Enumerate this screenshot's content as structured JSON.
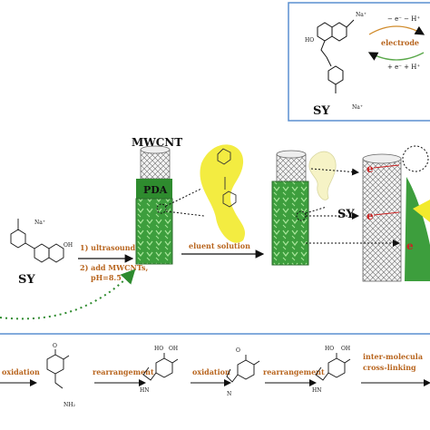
{
  "labels": {
    "sy_top": "SY",
    "sy_left": "SY",
    "sy_mid": "SY",
    "mwcnt": "MWCNT",
    "pda": "PDA",
    "na_top": "Na⁺",
    "na_top2": "Na⁺",
    "na_left": "Na⁺",
    "ho_top": "HO",
    "oh_left": "OH",
    "electrode": "electrode",
    "minus_e": "− e⁻ − H⁺",
    "plus_e": "+ e⁻ + H⁺",
    "e_label": "e",
    "step1": "1) ultrasound",
    "step2a": "2) add MWCNTs,",
    "step2b": "pH=8.5",
    "eluent": "eluent solution"
  },
  "mechanism": {
    "oxidation1": "oxidation",
    "rearrangement1": "rearrangement",
    "oxidation2": "oxidation",
    "rearrangement2": "rearrangement",
    "crosslink1": "inter-molecula",
    "crosslink2": "cross-linking",
    "nh2": "NH₂",
    "nh_a": "HN",
    "nh_b": "N",
    "nh_c": "HN",
    "ho": "HO",
    "oh": "OH",
    "o": "O"
  },
  "colors": {
    "brown": "#b8651e",
    "green_dark": "#2e8b2e",
    "green_light": "#7fd37f",
    "yellow": "#f2ea2c",
    "blue_border": "#5a8fd0"
  }
}
